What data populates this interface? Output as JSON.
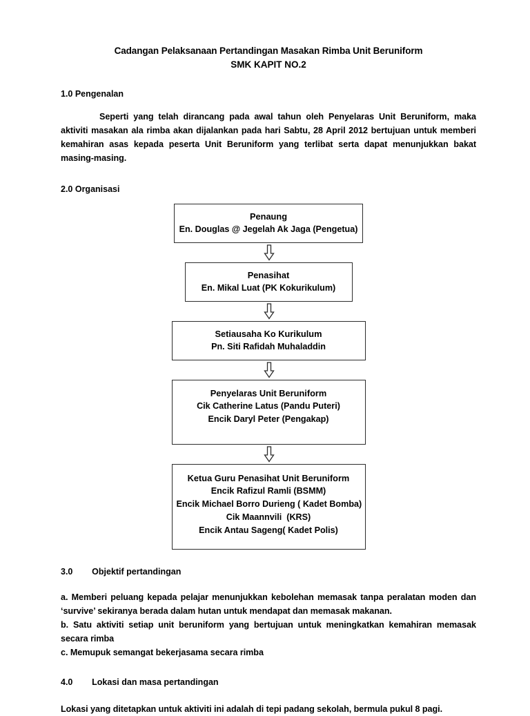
{
  "document": {
    "title_line_1": "Cadangan Pelaksanaan Pertandingan  Masakan Rimba Unit Beruniform",
    "title_line_2": "SMK KAPIT NO.2"
  },
  "sections": {
    "s1": {
      "heading": "1.0 Pengenalan",
      "paragraph": "Seperti yang telah dirancang pada awal tahun oleh Penyelaras Unit Beruniform, maka aktiviti masakan ala rimba akan dijalankan pada hari Sabtu, 28 April 2012 bertujuan untuk memberi kemahiran asas kepada peserta Unit Beruniform yang terlibat serta dapat menunjukkan bakat masing-masing."
    },
    "s2": {
      "heading": "2.0 Organisasi"
    },
    "s3": {
      "heading": "3.0        Objektif pertandingan",
      "item_a": "a. Memberi peluang kepada pelajar menunjukkan kebolehan memasak tanpa peralatan moden dan ‘survive’ sekiranya berada dalam hutan untuk mendapat dan memasak makanan.",
      "item_b": "b. Satu aktiviti setiap unit beruniform yang bertujuan untuk meningkatkan kemahiran memasak secara rimba",
      "item_c": "c. Memupuk semangat bekerjasama secara rimba"
    },
    "s4": {
      "heading": "4.0        Lokasi dan masa pertandingan",
      "paragraph": "Lokasi yang ditetapkan untuk aktiviti ini adalah di tepi padang sekolah, bermula pukul 8 pagi."
    }
  },
  "orgchart": {
    "arrow_icon": "down-arrow-icon",
    "boxes": [
      {
        "role": "Penaung",
        "lines": [
          "En. Douglas @ Jegelah Ak Jaga (Pengetua)"
        ]
      },
      {
        "role": "Penasihat",
        "lines": [
          "En. Mikal Luat (PK Kokurikulum)"
        ]
      },
      {
        "role": "Setiausaha Ko Kurikulum",
        "lines": [
          "Pn. Siti Rafidah Muhaladdin"
        ]
      },
      {
        "role": "Penyelaras Unit Beruniform",
        "lines": [
          "Cik Catherine Latus (Pandu Puteri)",
          "Encik Daryl Peter (Pengakap)"
        ]
      },
      {
        "role": "Ketua Guru Penasihat Unit Beruniform",
        "lines": [
          "Encik Rafizul Ramli (BSMM)",
          "Encik Michael Borro Durieng ( Kadet Bomba)",
          "Cik Maannvili  (KRS)",
          "Encik Antau Sageng( Kadet Polis)"
        ]
      }
    ]
  },
  "colors": {
    "text": "#000000",
    "box_border": "#2b2b2b",
    "page_background": "#ffffff"
  }
}
